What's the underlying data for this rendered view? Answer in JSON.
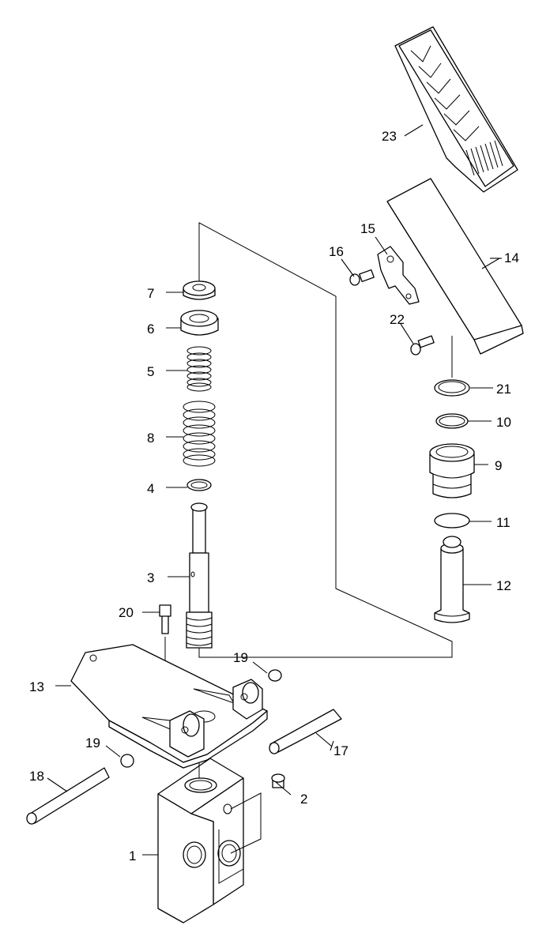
{
  "callouts": {
    "c1": "1",
    "c2": "2",
    "c3": "3",
    "c4": "4",
    "c5": "5",
    "c6": "6",
    "c7": "7",
    "c8": "8",
    "c9": "9",
    "c10": "10",
    "c11": "11",
    "c12": "12",
    "c13": "13",
    "c14": "14",
    "c15": "15",
    "c16": "16",
    "c17": "17",
    "c18": "18",
    "c19a": "19",
    "c19b": "19",
    "c20": "20",
    "c21": "21",
    "c22": "22",
    "c23": "23"
  }
}
